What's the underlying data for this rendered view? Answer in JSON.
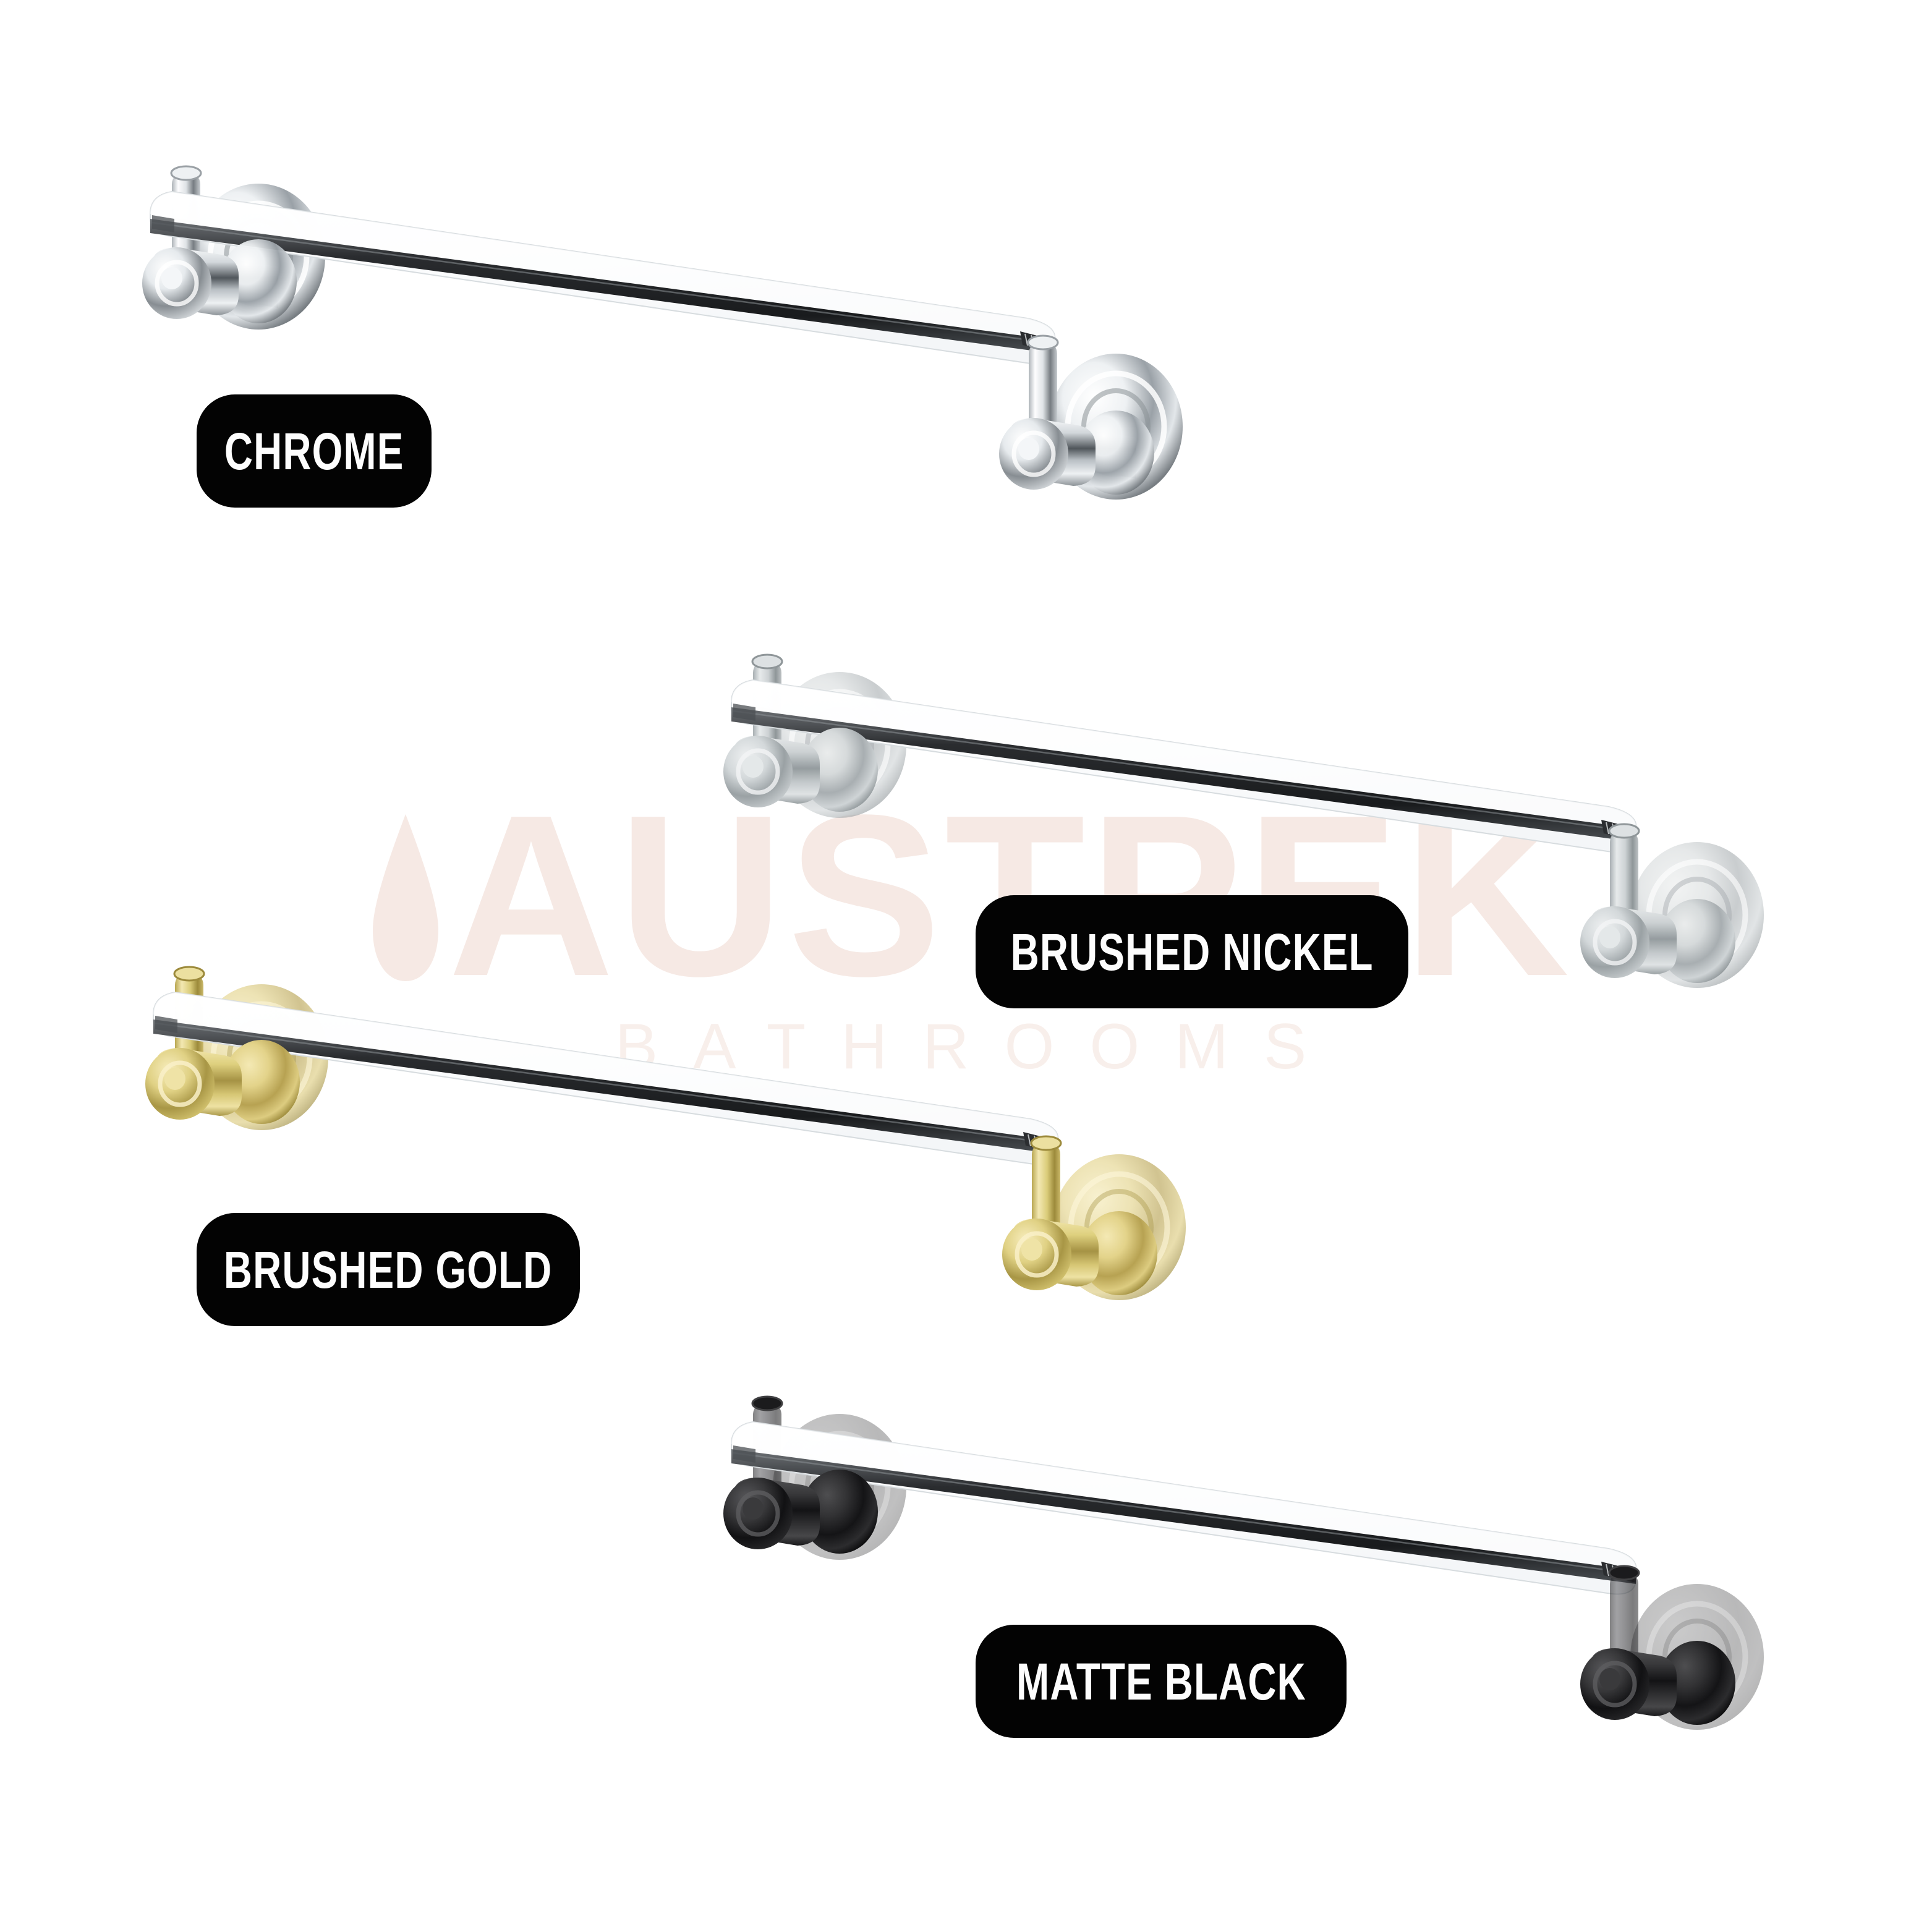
{
  "watermark": {
    "brand": "AUSTPEK",
    "tagline": "BATHROOMS",
    "color": "#F6E9E4",
    "icon": "water-drop-icon"
  },
  "background_color": "#FFFFFF",
  "product": {
    "type": "wall mounted glass shelf",
    "glass_color": "#FFFFFF",
    "glass_edge_color": "#2E3033"
  },
  "variants": [
    {
      "id": "chrome",
      "label": "CHROME",
      "finish_light": "#FFFFFF",
      "finish_mid": "#C9CDD1",
      "finish_dark": "#5B6166",
      "finish_accent": "#E9ECEE",
      "label_bg": "#030303",
      "label_text_color": "#FDFDFD"
    },
    {
      "id": "brushed-nickel",
      "label": "BRUSHED NICKEL",
      "finish_light": "#E8EAEA",
      "finish_mid": "#BFC4C6",
      "finish_dark": "#8F9699",
      "finish_accent": "#D6D9DA",
      "label_bg": "#030303",
      "label_text_color": "#FDFDFD"
    },
    {
      "id": "brushed-gold",
      "label": "BRUSHED GOLD",
      "finish_light": "#F0E4A8",
      "finish_mid": "#D2BE68",
      "finish_dark": "#A08F38",
      "finish_accent": "#E4D58E",
      "label_bg": "#030303",
      "label_text_color": "#FDFDFD"
    },
    {
      "id": "matte-black",
      "label": "MATTE BLACK",
      "finish_light": "#4A4A4C",
      "finish_mid": "#232325",
      "finish_dark": "#0A0A0B",
      "finish_accent": "#333335",
      "label_bg": "#030303",
      "label_text_color": "#FDFDFD"
    }
  ]
}
